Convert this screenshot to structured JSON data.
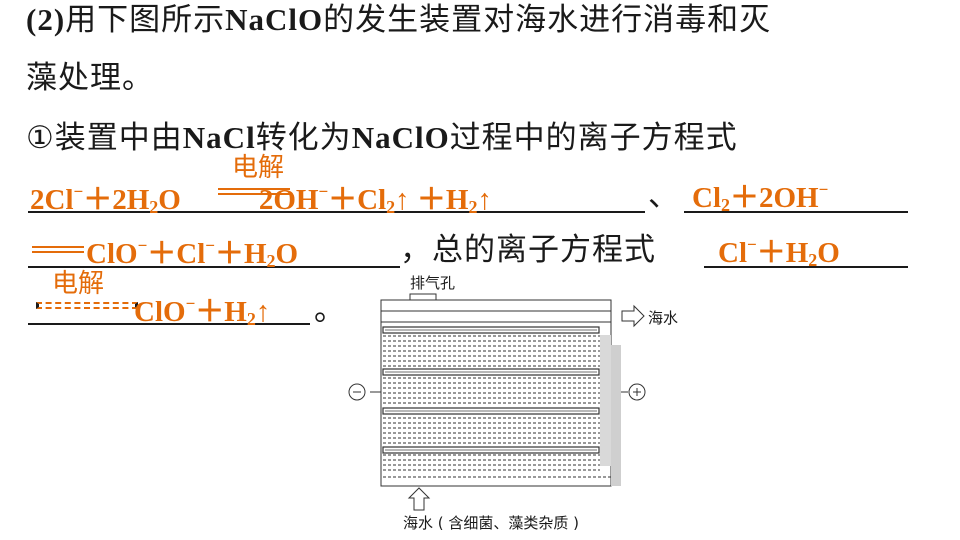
{
  "question": {
    "line1": [
      "(2)",
      "用下图所示",
      "NaClO",
      "的发生装置对海水进行消毒和灭"
    ],
    "line2": "藻处理。",
    "sub1": [
      "①装置中由",
      "NaCl",
      "转化为",
      "NaClO",
      "过程中的离子方程式"
    ],
    "sep": "、",
    "total_label": "，总的离子方程式",
    "end": "。"
  },
  "answers": {
    "electrolysis": "电解",
    "eq1": [
      "2Cl",
      "−",
      "＋2H",
      "2",
      "O",
      "2OH",
      "−",
      "＋Cl",
      "2",
      "↑ ＋H",
      "2",
      "↑"
    ],
    "eq2_left": [
      "Cl",
      "2",
      "＋2OH",
      "−"
    ],
    "eq2_right": [
      "ClO",
      "−",
      "＋Cl",
      "−",
      "＋H",
      "2",
      "O"
    ],
    "eq3_left": [
      "Cl",
      "−",
      "＋H",
      "2",
      "O"
    ],
    "eq3_right": [
      "ClO",
      "−",
      "＋H",
      "2",
      "↑"
    ]
  },
  "diagram": {
    "vent": "排气孔",
    "outlet": "海水",
    "minus": "−",
    "plus": "+",
    "inlet": "海水 ( 含细菌、藻类杂质 )"
  }
}
